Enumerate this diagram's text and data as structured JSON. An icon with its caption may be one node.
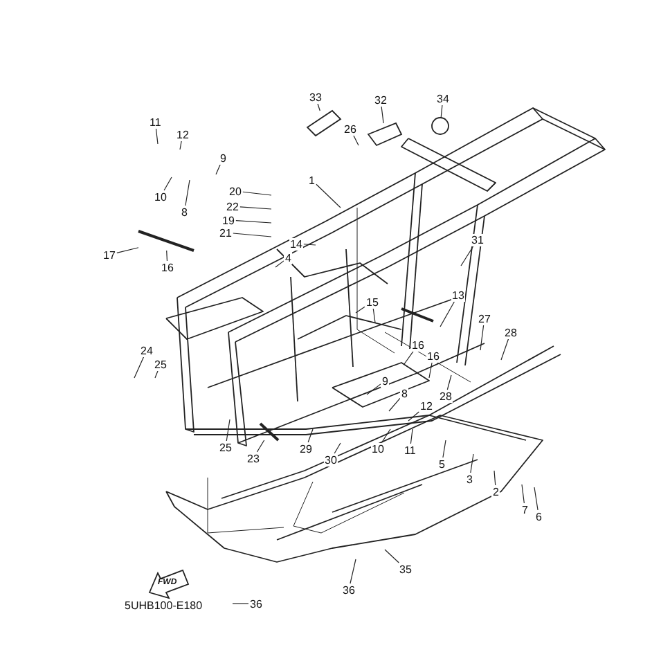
{
  "diagram": {
    "nodes": [
      {
        "text": [
          "33"
        ]
      },
      {
        "text": [
          "32"
        ]
      },
      {
        "text": [
          "34"
        ]
      },
      {
        "text": [
          "11"
        ]
      },
      {
        "text": [
          "26"
        ]
      },
      {
        "text": [
          "12"
        ]
      },
      {
        "text": [
          "9"
        ]
      },
      {
        "text": [
          "1"
        ]
      },
      {
        "text": [
          "20"
        ]
      },
      {
        "text": [
          "10"
        ]
      },
      {
        "text": [
          "22"
        ]
      },
      {
        "text": [
          "8"
        ]
      },
      {
        "text": [
          "19"
        ]
      },
      {
        "text": [
          "21"
        ]
      },
      {
        "text": [
          "31"
        ]
      },
      {
        "text": [
          "14"
        ]
      },
      {
        "text": [
          "17"
        ]
      },
      {
        "text": [
          "4"
        ]
      },
      {
        "text": [
          "16"
        ]
      },
      {
        "text": [
          "13"
        ]
      },
      {
        "text": [
          "15"
        ]
      },
      {
        "text": [
          "27"
        ]
      },
      {
        "text": [
          "28"
        ]
      },
      {
        "text": [
          "16"
        ]
      },
      {
        "text": [
          "24"
        ]
      },
      {
        "text": [
          "16"
        ]
      },
      {
        "text": [
          "25"
        ]
      },
      {
        "text": [
          "9"
        ]
      },
      {
        "text": [
          "8"
        ]
      },
      {
        "text": [
          "28"
        ]
      },
      {
        "text": [
          "12"
        ]
      },
      {
        "text": [
          "10"
        ]
      },
      {
        "text": [
          "25"
        ]
      },
      {
        "text": [
          "11"
        ]
      },
      {
        "text": [
          "29"
        ]
      },
      {
        "text": [
          "23"
        ]
      },
      {
        "text": [
          "30"
        ]
      },
      {
        "text": [
          "5"
        ]
      },
      {
        "text": [
          "3"
        ]
      },
      {
        "text": [
          "2"
        ]
      },
      {
        "text": [
          "7"
        ]
      },
      {
        "text": [
          "6"
        ]
      },
      {
        "text": [
          "35"
        ]
      },
      {
        "text": [
          "36"
        ]
      },
      {
        "text": [
          "36"
        ]
      },
      {
        "text": [],
        "shape": "box"
      },
      {
        "text": [],
        "shape": "box"
      },
      {
        "text": [],
        "shape": "circle"
      },
      {
        "text": [],
        "shape": "bar"
      },
      {
        "text": [],
        "shape": "bar"
      }
    ],
    "edges": [
      {
        "from": 0,
        "to": 45,
        "arrow": "none"
      },
      {
        "from": 1,
        "to": 46,
        "arrow": "none"
      },
      {
        "from": 2,
        "to": 47,
        "arrow": "none"
      },
      {
        "from": 3,
        "to": null,
        "arrow": "none"
      },
      {
        "from": 4,
        "to": null,
        "arrow": "none"
      },
      {
        "from": 5,
        "to": null,
        "arrow": "none"
      },
      {
        "from": 6,
        "to": null,
        "arrow": "none"
      },
      {
        "from": 7,
        "to": null,
        "arrow": "none"
      },
      {
        "from": 8,
        "to": null,
        "arrow": "none"
      },
      {
        "from": 9,
        "to": null,
        "arrow": "none"
      },
      {
        "from": 10,
        "to": null,
        "arrow": "none"
      },
      {
        "from": 11,
        "to": null,
        "arrow": "none"
      },
      {
        "from": 12,
        "to": null,
        "arrow": "none"
      },
      {
        "from": 13,
        "to": null,
        "arrow": "none"
      },
      {
        "from": 14,
        "to": null,
        "arrow": "none"
      },
      {
        "from": 15,
        "to": null,
        "arrow": "none"
      },
      {
        "from": 16,
        "to": 48,
        "arrow": "none"
      },
      {
        "from": 17,
        "to": null,
        "arrow": "none"
      },
      {
        "from": 18,
        "to": 48,
        "arrow": "none"
      },
      {
        "from": 19,
        "to": null,
        "arrow": "none"
      },
      {
        "from": 20,
        "to": null,
        "arrow": "none"
      },
      {
        "from": 20,
        "to": null,
        "arrow": "none"
      },
      {
        "from": 21,
        "to": null,
        "arrow": "none"
      },
      {
        "from": 22,
        "to": null,
        "arrow": "none"
      },
      {
        "from": 23,
        "to": null,
        "arrow": "none"
      },
      {
        "from": 24,
        "to": null,
        "arrow": "none"
      },
      {
        "from": 25,
        "to": null,
        "arrow": "none"
      },
      {
        "from": 26,
        "to": null,
        "arrow": "none"
      },
      {
        "from": 27,
        "to": null,
        "arrow": "none"
      },
      {
        "from": 28,
        "to": null,
        "arrow": "none"
      },
      {
        "from": 29,
        "to": null,
        "arrow": "none"
      },
      {
        "from": 30,
        "to": null,
        "arrow": "none"
      },
      {
        "from": 31,
        "to": null,
        "arrow": "none"
      },
      {
        "from": 32,
        "to": null,
        "arrow": "none"
      },
      {
        "from": 33,
        "to": null,
        "arrow": "none"
      },
      {
        "from": 34,
        "to": null,
        "arrow": "none"
      },
      {
        "from": 35,
        "to": 49,
        "arrow": "none"
      },
      {
        "from": 36,
        "to": null,
        "arrow": "none"
      },
      {
        "from": 37,
        "to": null,
        "arrow": "none"
      },
      {
        "from": 38,
        "to": null,
        "arrow": "none"
      },
      {
        "from": 39,
        "to": null,
        "arrow": "none"
      },
      {
        "from": 40,
        "to": null,
        "arrow": "none"
      },
      {
        "from": 41,
        "to": null,
        "arrow": "none"
      },
      {
        "from": 42,
        "to": null,
        "arrow": "none"
      },
      {
        "from": 43,
        "to": null,
        "arrow": "none"
      },
      {
        "from": 44,
        "to": null,
        "arrow": "none"
      }
    ],
    "labels": [
      "FWD",
      "5UHB100-E180"
    ]
  }
}
